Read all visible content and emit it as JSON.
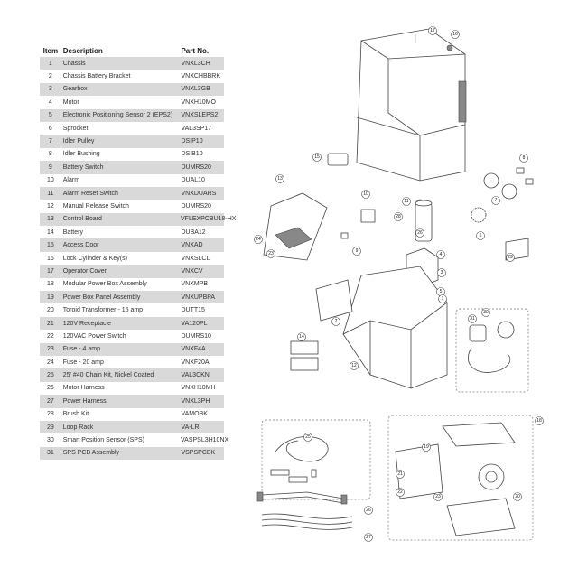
{
  "table": {
    "headers": {
      "item": "Item",
      "description": "Description",
      "part": "Part No."
    },
    "rows": [
      {
        "item": "1",
        "description": "Chassis",
        "part": "VNXL3CH"
      },
      {
        "item": "2",
        "description": "Chassis Battery Bracket",
        "part": "VNXCHBBRK"
      },
      {
        "item": "3",
        "description": "Gearbox",
        "part": "VNXL3GB"
      },
      {
        "item": "4",
        "description": "Motor",
        "part": "VNXH10MO"
      },
      {
        "item": "5",
        "description": "Electronic Positioning Sensor 2 (EPS2)",
        "part": "VNXSLEPS2"
      },
      {
        "item": "6",
        "description": "Sprocket",
        "part": "VAL3SP17"
      },
      {
        "item": "7",
        "description": "Idler Pulley",
        "part": "DSIP10"
      },
      {
        "item": "8",
        "description": "Idler Bushing",
        "part": "DSIB10"
      },
      {
        "item": "9",
        "description": "Battery Switch",
        "part": "DUMRS20"
      },
      {
        "item": "10",
        "description": "Alarm",
        "part": "DUAL10"
      },
      {
        "item": "11",
        "description": "Alarm Reset Switch",
        "part": "VNXDUARS"
      },
      {
        "item": "12",
        "description": "Manual Release Switch",
        "part": "DUMRS20"
      },
      {
        "item": "13",
        "description": "Control Board",
        "part": "VFLEXPCBU18-HX"
      },
      {
        "item": "14",
        "description": "Battery",
        "part": "DUBA12"
      },
      {
        "item": "15",
        "description": "Access Door",
        "part": "VNXAD"
      },
      {
        "item": "16",
        "description": "Lock Cylinder & Key(s)",
        "part": "VNXSLCL"
      },
      {
        "item": "17",
        "description": "Operator Cover",
        "part": "VNXCV"
      },
      {
        "item": "18",
        "description": "Modular Power Box Assembly",
        "part": "VNXMPB"
      },
      {
        "item": "19",
        "description": "Power Box Panel Assembly",
        "part": "VNXUPBPA"
      },
      {
        "item": "20",
        "description": "Toroid Transformer - 15 amp",
        "part": "DUTT15"
      },
      {
        "item": "21",
        "description": "120V Receptacle",
        "part": "VA120PL"
      },
      {
        "item": "22",
        "description": "120VAC Power Switch",
        "part": "DUMRS10"
      },
      {
        "item": "23",
        "description": "Fuse - 4 amp",
        "part": "VNXF4A"
      },
      {
        "item": "24",
        "description": "Fuse - 20 amp",
        "part": "VNXF20A"
      },
      {
        "item": "25",
        "description": "25' #40 Chain Kit, Nickel Coated",
        "part": "VAL3CKN"
      },
      {
        "item": "26",
        "description": "Motor Harness",
        "part": "VNXH10MH"
      },
      {
        "item": "27",
        "description": "Power Harness",
        "part": "VNXL3PH"
      },
      {
        "item": "28",
        "description": "Brush Kit",
        "part": "VAMOBK"
      },
      {
        "item": "29",
        "description": "Loop Rack",
        "part": "VA-LR"
      },
      {
        "item": "30",
        "description": "Smart Position Sensor (SPS)",
        "part": "VASPSL3H10NX"
      },
      {
        "item": "31",
        "description": "SPS PCB Assembly",
        "part": "VSPSPCBK"
      }
    ]
  },
  "callouts": {
    "c1": "1",
    "c2": "2",
    "c3": "3",
    "c4": "4",
    "c5": "5",
    "c6": "6",
    "c7": "7",
    "c8": "8",
    "c9": "9",
    "c10": "10",
    "c11": "11",
    "c12": "12",
    "c13": "13",
    "c14": "14",
    "c15": "15",
    "c16": "16",
    "c17": "17",
    "c18": "18",
    "c19": "19",
    "c20": "20",
    "c21": "21",
    "c22": "22",
    "c23": "23",
    "c24": "24",
    "c25": "25",
    "c26": "26",
    "c27": "27",
    "c28": "28",
    "c29": "29",
    "c30": "30",
    "c31": "31"
  }
}
